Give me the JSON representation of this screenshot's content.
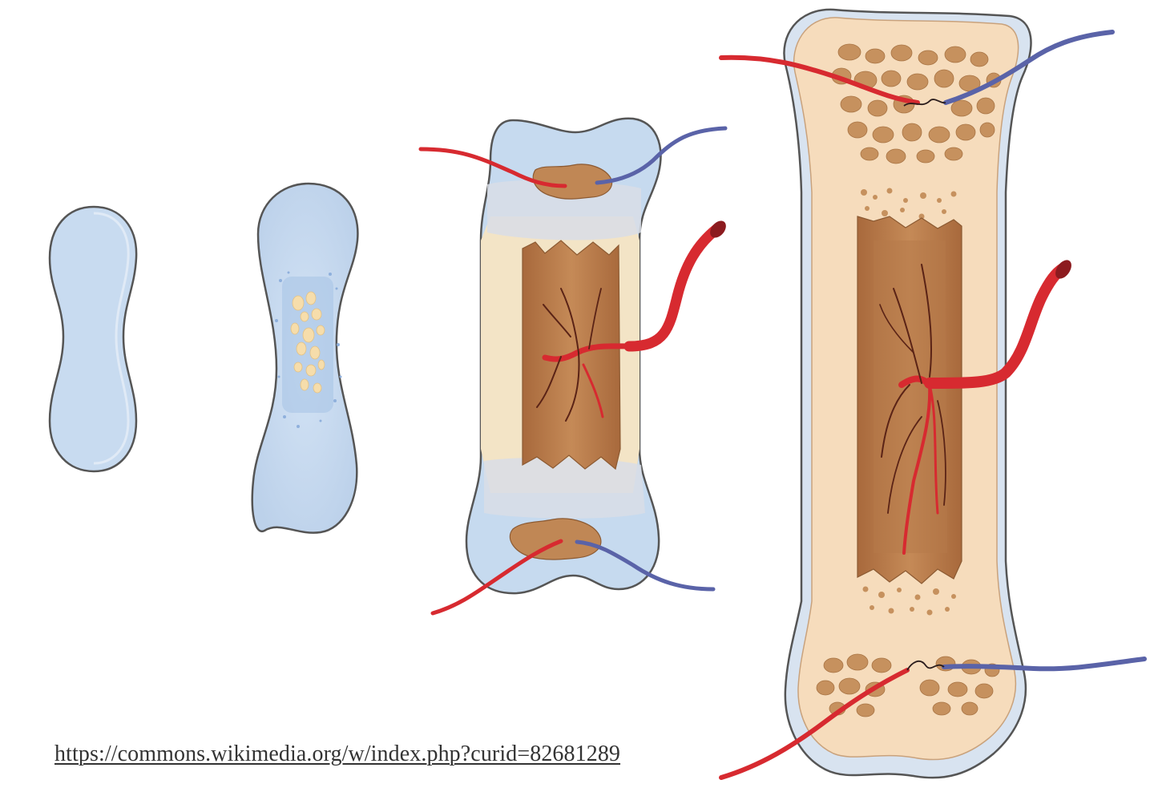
{
  "figure": {
    "subject": "bone-ossification-stages",
    "stages": [
      {
        "id": "stage-1",
        "visible_parts": [
          "cartilage-model"
        ]
      },
      {
        "id": "stage-2",
        "visible_parts": [
          "cartilage-model",
          "primary-ossification-center"
        ]
      },
      {
        "id": "stage-3",
        "visible_parts": [
          "cartilage-epiphyses",
          "bone-collar",
          "medullary-cavity",
          "nutrient-artery",
          "epiphyseal-artery",
          "epiphyseal-vein"
        ]
      },
      {
        "id": "stage-4",
        "visible_parts": [
          "articular-cartilage",
          "spongy-bone",
          "compact-bone",
          "medullary-cavity",
          "nutrient-artery",
          "epiphyseal-artery",
          "epiphyseal-vein"
        ]
      }
    ],
    "colors": {
      "cartilage": "#c9dcf0",
      "bone": "#f6dcbc",
      "marrow": "#b67a4a",
      "spongy": "#c6915e",
      "artery": "#d72a30",
      "vein": "#5a63a8",
      "outline": "#5c5c5c"
    }
  },
  "caption": {
    "source_url": "https://commons.wikimedia.org/w/index.php?curid=82681289"
  }
}
